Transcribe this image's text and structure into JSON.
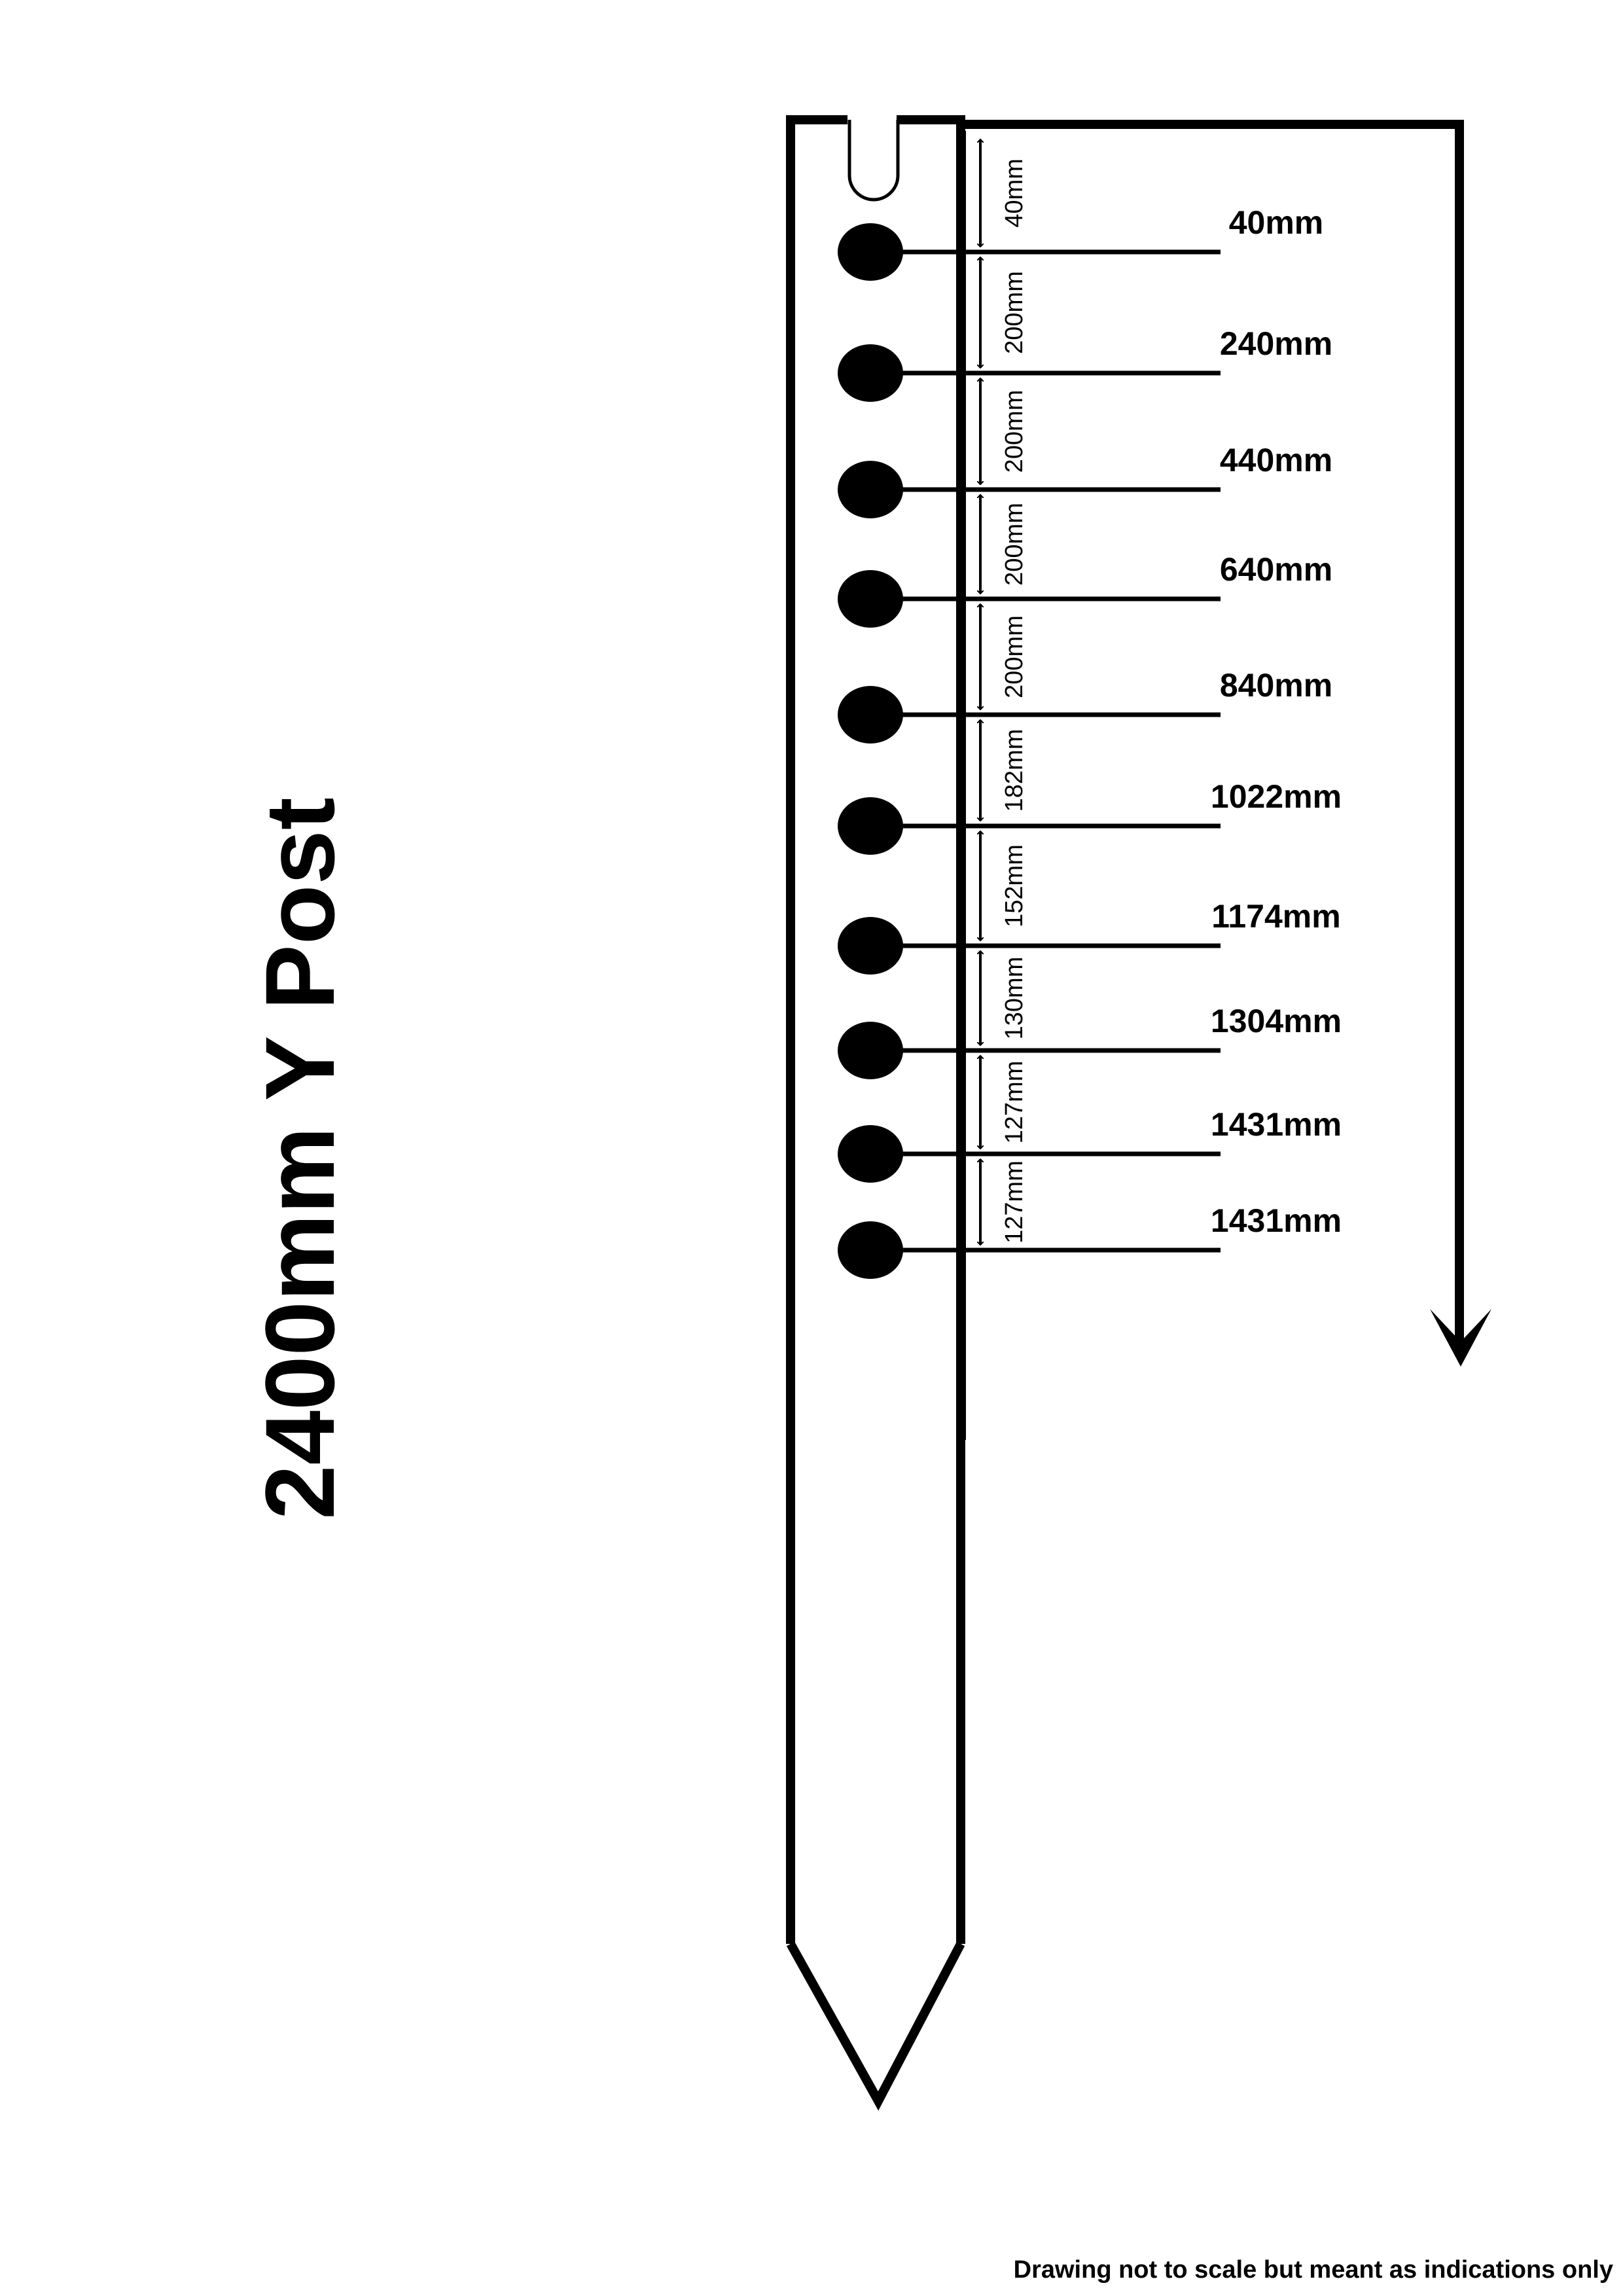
{
  "title": "2400mm Y Post",
  "footnote": "Drawing not to scale but meant as indications only",
  "holes": [
    {
      "label": "40mm",
      "gap": "40mm"
    },
    {
      "label": "240mm",
      "gap": "200mm"
    },
    {
      "label": "440mm",
      "gap": "200mm"
    },
    {
      "label": "640mm",
      "gap": "200mm"
    },
    {
      "label": "840mm",
      "gap": "200mm"
    },
    {
      "label": "1022mm",
      "gap": "182mm"
    },
    {
      "label": "1174mm",
      "gap": "152mm"
    },
    {
      "label": "1304mm",
      "gap": "130mm"
    },
    {
      "label": "1431mm",
      "gap": "127mm"
    },
    {
      "label": "1431mm",
      "gap": "127mm"
    }
  ],
  "colors": {
    "ink": "#000000",
    "paper": "#ffffff"
  }
}
